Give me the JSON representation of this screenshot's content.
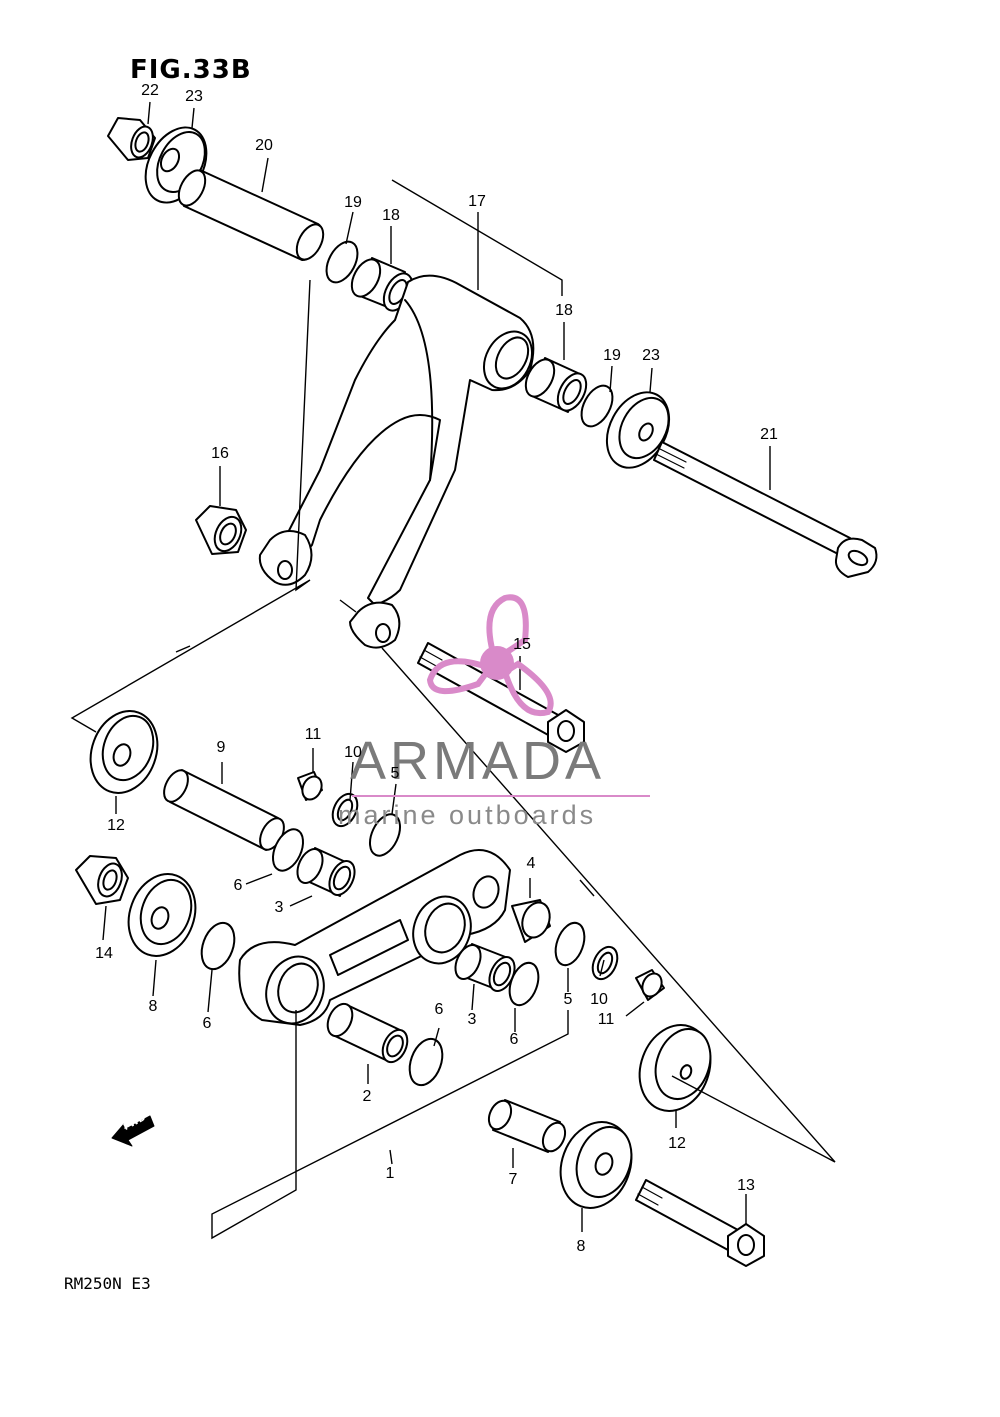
{
  "figure": {
    "title": "FIG.33B",
    "model_code": "RM250N E3"
  },
  "watermark": {
    "brand": "ARMADA",
    "tagline": "marine outboards",
    "accent_color": "#d98ac9"
  },
  "fwd_label": "FWD",
  "callouts": {
    "c1": "1",
    "c2": "2",
    "c3a": "3",
    "c3b": "3",
    "c4": "4",
    "c5a": "5",
    "c5b": "5",
    "c6a": "6",
    "c6b": "6",
    "c6c": "6",
    "c6d": "6",
    "c7": "7",
    "c8a": "8",
    "c8b": "8",
    "c9": "9",
    "c10a": "10",
    "c10b": "10",
    "c11a": "11",
    "c11b": "11",
    "c12a": "12",
    "c12b": "12",
    "c13": "13",
    "c14": "14",
    "c15": "15",
    "c16": "16",
    "c17": "17",
    "c18a": "18",
    "c18b": "18",
    "c19a": "19",
    "c19b": "19",
    "c20": "20",
    "c21": "21",
    "c22": "22",
    "c23a": "23",
    "c23b": "23"
  }
}
